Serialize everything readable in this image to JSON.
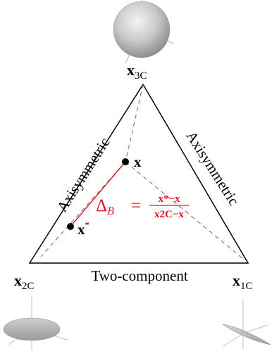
{
  "colors": {
    "red": "#e8141b",
    "black": "#000000",
    "dashed": "#6b6b6b"
  },
  "vertices": {
    "top": {
      "main": "x",
      "sub": "3C"
    },
    "left": {
      "main": "x",
      "sub": "2C"
    },
    "right": {
      "main": "x",
      "sub": "1C"
    }
  },
  "edges": {
    "left": "Axisymmetric",
    "right": "Axisymmetric",
    "bottom": "Two-component"
  },
  "points": {
    "x": {
      "label": "x"
    },
    "xstar": {
      "label": "x",
      "sup": "*"
    }
  },
  "formula": {
    "lhs_symbol": "Δ",
    "lhs_sub": "B",
    "equals": "=",
    "numerator": "x*−x",
    "denominator": "x2C−x"
  },
  "icons": [
    "sphere-icon",
    "oblate-disc-icon",
    "flat-needle-icon"
  ]
}
